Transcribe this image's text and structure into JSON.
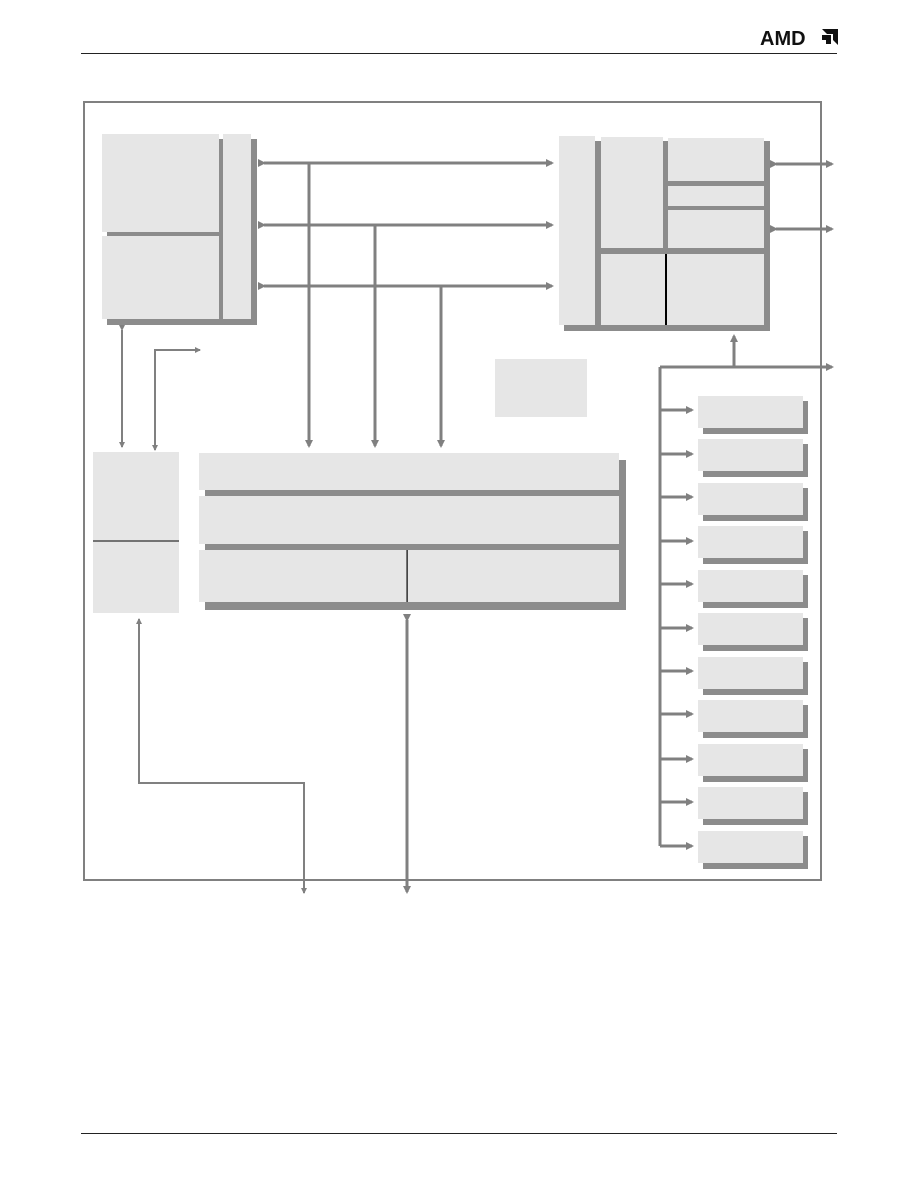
{
  "header": {
    "logo_text": "AMD",
    "logo_icon": "amd-arrow-logo"
  },
  "colors": {
    "block_fill": "#e6e6e6",
    "block_shadow": "#8c8c8c",
    "arrow": "#808080",
    "frame": "#808080",
    "rule": "#222222"
  },
  "diagram": {
    "description_text": "",
    "io_blocks_count": 11
  }
}
